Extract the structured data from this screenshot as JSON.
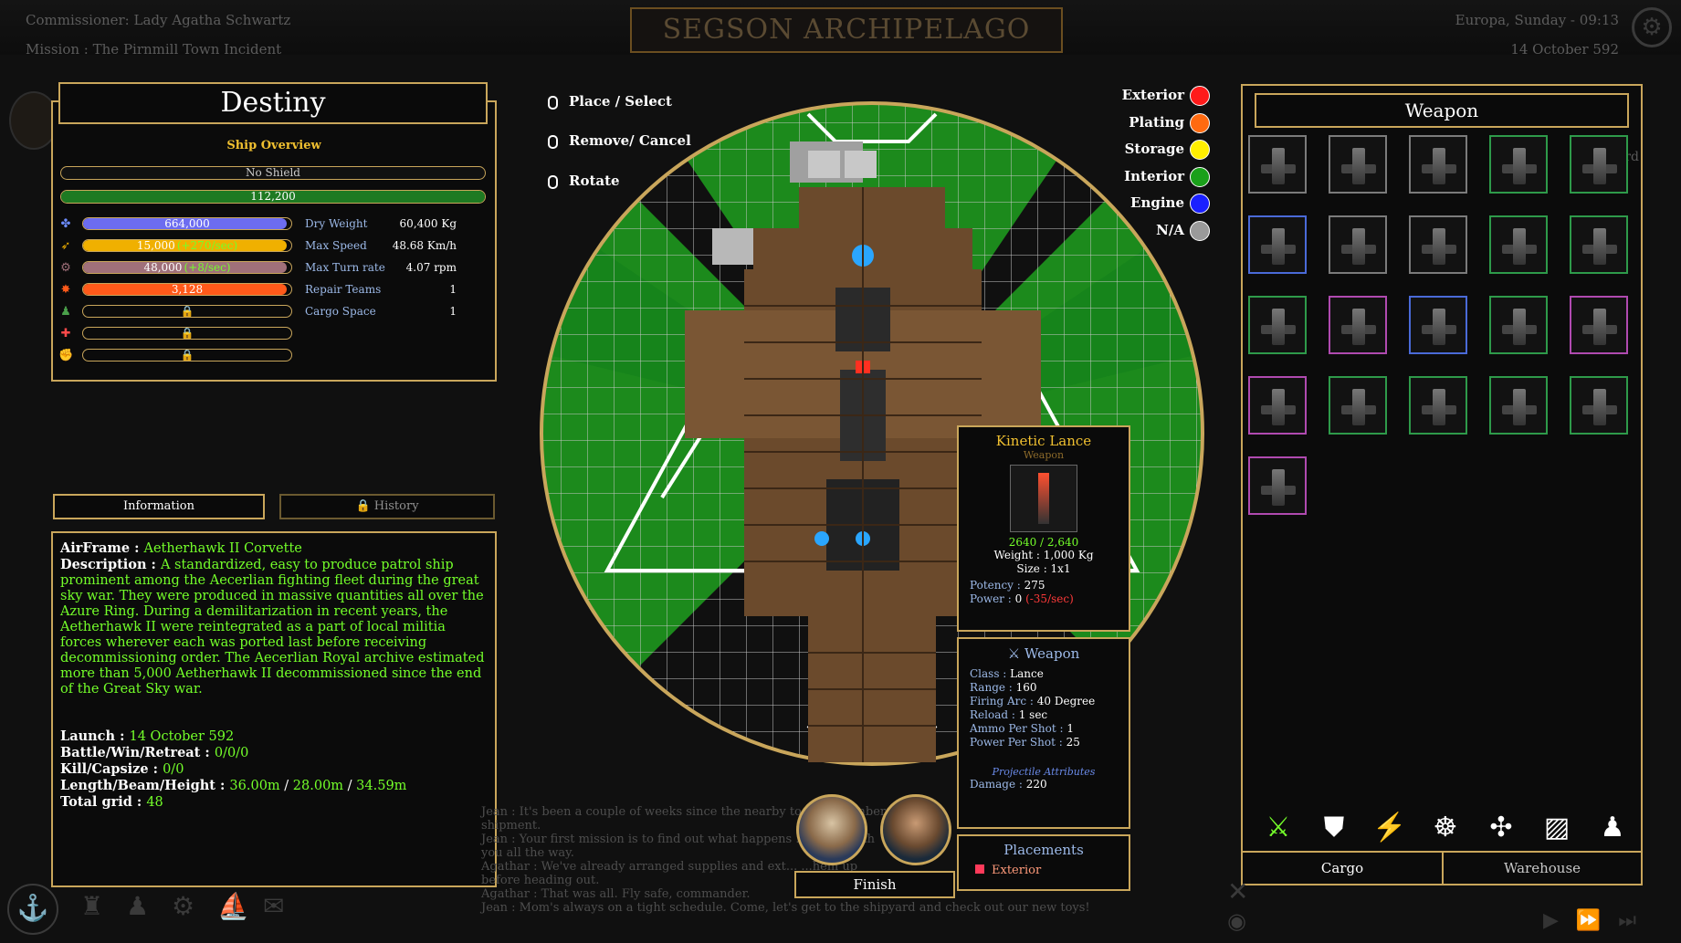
{
  "header": {
    "commissioner": "Commissioner: Lady Agatha Schwartz",
    "mission": "Mission : The Pirnmill Town Incident",
    "location_title": "SEGSON ARCHIPELAGO",
    "datetime": "Europa, Sunday - 09:13",
    "date": "14 October 592"
  },
  "ship_panel": {
    "name": "Destiny",
    "overview_label": "Ship Overview",
    "shield": "No Shield",
    "hull": "112,200",
    "hull_fraction": 1.0,
    "stats": [
      {
        "icon": "weight-icon",
        "bar": "664,000",
        "bonus": "",
        "fill": 0.98,
        "color": "#6c6cf0",
        "label": "Dry Weight",
        "value": "60,400 Kg"
      },
      {
        "icon": "speed-icon",
        "bar": "15,000",
        "bonus": "(+270/sec)",
        "fill": 0.98,
        "color": "#f0b000",
        "label": "Max Speed",
        "value": "48.68 Km/h"
      },
      {
        "icon": "turn-icon",
        "bar": "48,000",
        "bonus": "(+8/sec)",
        "fill": 0.98,
        "color": "#a0707a",
        "label": "Max Turn rate",
        "value": "4.07 rpm"
      },
      {
        "icon": "repair-icon",
        "bar": "3,128",
        "bonus": "",
        "fill": 0.98,
        "color": "#ff5a1a",
        "label": "Repair Teams",
        "value": "1"
      },
      {
        "icon": "crew-icon",
        "bar": "🔒",
        "bonus": "",
        "fill": 0.0,
        "color": "#222",
        "label": "Cargo Space",
        "value": "1"
      },
      {
        "icon": "medical-icon",
        "bar": "🔒",
        "bonus": "",
        "fill": 0.0,
        "color": "#222",
        "label": "",
        "value": ""
      },
      {
        "icon": "fist-icon",
        "bar": "🔒",
        "bonus": "",
        "fill": 0.0,
        "color": "#222",
        "label": "",
        "value": ""
      }
    ]
  },
  "info_tabs": {
    "information": "Information",
    "history": "🔒 History"
  },
  "info": {
    "airframe_label": "AirFrame : ",
    "airframe": "Aetherhawk II Corvette",
    "description_label": "Description : ",
    "description": "A standardized, easy to produce patrol ship prominent among the Aecerlian fighting fleet during the great sky war. They were produced in massive quantities all over the Azure Ring. During a demilitarization in recent years, the Aetherhawk II were reintegrated as a part of local militia forces wherever each was ported last before receiving decommissioning order. The Aecerlian Royal archive estimated more than 5,000 Aetherhawk II decommissioned since the end of the Great Sky war.",
    "launch_label": "Launch : ",
    "launch": "14 October 592",
    "battle_label": "Battle/Win/Retreat : ",
    "battle": "0/0/0",
    "kill_label": "Kill/Capsize : ",
    "kill": "0/0",
    "dims_label": "Length/Beam/Height : ",
    "dims_a": "36.00m",
    "dims_b": "28.00m",
    "dims_c": "34.59m",
    "grid_label": "Total grid : ",
    "grid": "48"
  },
  "controls": {
    "place": "Place / Select",
    "remove": "Remove/ Cancel",
    "rotate": "Rotate"
  },
  "legend": [
    {
      "label": "Exterior",
      "color": "#ff1a1a"
    },
    {
      "label": "Plating",
      "color": "#ff6a10"
    },
    {
      "label": "Storage",
      "color": "#ffee00"
    },
    {
      "label": "Interior",
      "color": "#1aa01a"
    },
    {
      "label": "Engine",
      "color": "#1a20ff"
    },
    {
      "label": "N/A",
      "color": "#9a9a9a"
    }
  ],
  "tooltip": {
    "name": "Kinetic Lance",
    "type": "Weapon",
    "hp": "2640 / 2,640",
    "weight_label": "Weight : ",
    "weight": "1,000 Kg",
    "size_label": "Size : ",
    "size": "1x1",
    "potency_label": "Potency : ",
    "potency": "275",
    "power_label": "Power : ",
    "power": "0",
    "power_delta": "(-35/sec)"
  },
  "weapon_info": {
    "title": "Weapon",
    "lines": [
      {
        "label": "Class : ",
        "value": "Lance"
      },
      {
        "label": "Range : ",
        "value": "160"
      },
      {
        "label": "Firing Arc : ",
        "value": "40 Degree"
      },
      {
        "label": "Reload : ",
        "value": "1 sec"
      },
      {
        "label": "Ammo Per Shot : ",
        "value": "1"
      },
      {
        "label": "Power Per Shot : ",
        "value": "25"
      }
    ],
    "projectile_title": "Projectile Attributes",
    "damage_label": "Damage : ",
    "damage": "220"
  },
  "placements": {
    "title": "Placements",
    "item": "Exterior"
  },
  "finish": "Finish",
  "chat": [
    "Jean : It's been a couple of weeks since the nearby to...                                   ll ...             ...mber",
    "shipment.",
    "Jean : Your first mission is to find out what happens ...                                                                   I'll be with",
    "you all the way.",
    "Agathar : We've already arranged supplies and ext...                                                          ...hem up",
    "before heading out.",
    "Agathar : That was all. Fly safe, commander.",
    "Jean : Mom's always on a tight schedule. Come, let's get to the shipyard and check out our new toys!"
  ],
  "right_panel": {
    "title": "Weapon",
    "shipyard_ghost": "Shipyard",
    "slot_border_colors": [
      "#7b7b7b",
      "#7b7b7b",
      "#7b7b7b",
      "#2e9a4a",
      "#2e9a4a",
      "#4a6ad8",
      "#7b7b7b",
      "#7b7b7b",
      "#2e9a4a",
      "#2e9a4a",
      "#2e9a4a",
      "#b04ab0",
      "#4a6ad8",
      "#2e9a4a",
      "#b04ab0",
      "#b04ab0",
      "#2e9a4a",
      "#2e9a4a",
      "#2e9a4a",
      "#2e9a4a",
      "#b04ab0"
    ],
    "categories": [
      {
        "name": "cannon-icon",
        "glyph": "⚔"
      },
      {
        "name": "shield-icon",
        "glyph": "⛊"
      },
      {
        "name": "power-icon",
        "glyph": "⚡"
      },
      {
        "name": "helm-icon",
        "glyph": "☸"
      },
      {
        "name": "propeller-icon",
        "glyph": "✣"
      },
      {
        "name": "plating-icon",
        "glyph": "▨"
      },
      {
        "name": "crew-icon",
        "glyph": "♟"
      }
    ],
    "tab_cargo": "Cargo",
    "tab_warehouse": "Warehouse"
  }
}
